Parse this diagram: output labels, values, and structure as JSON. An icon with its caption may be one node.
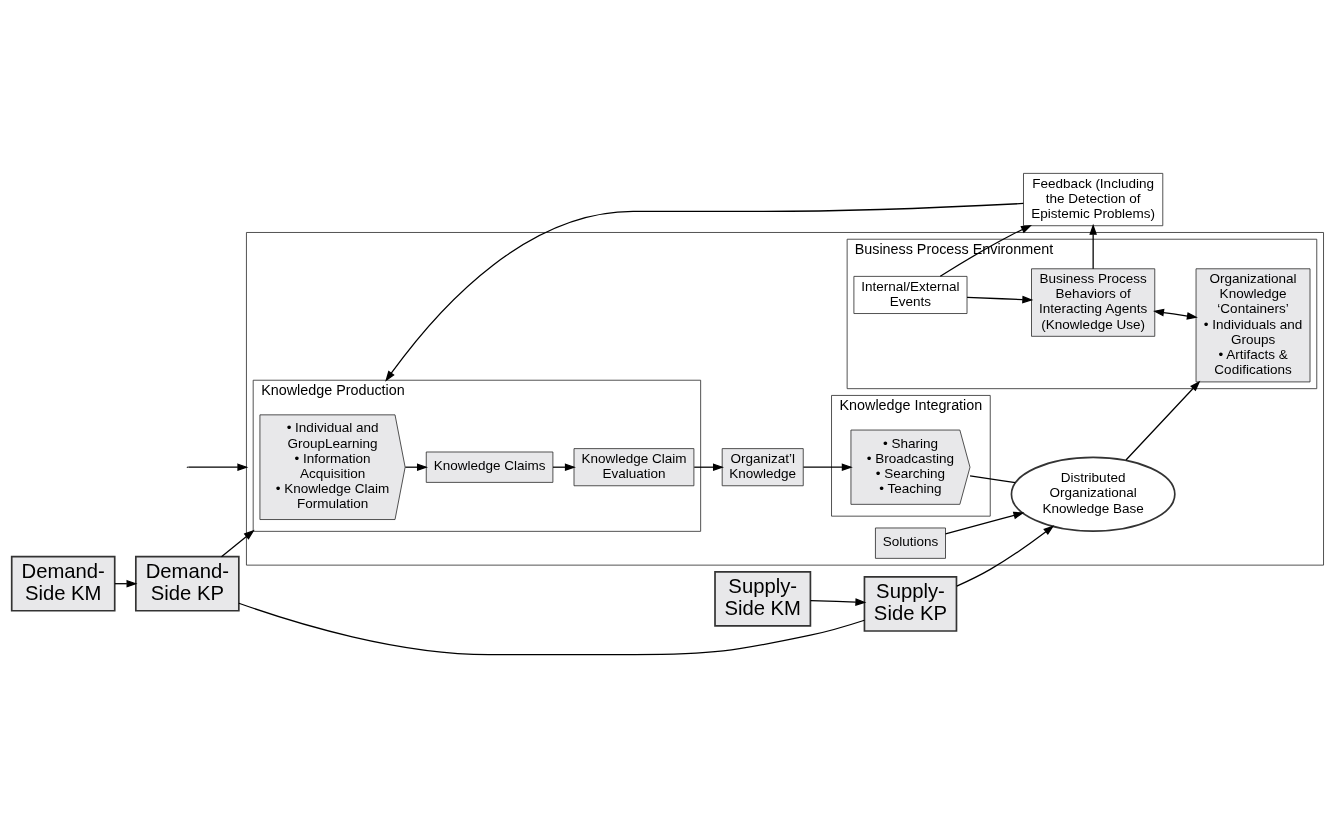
{
  "diagram": {
    "nodes": [
      {
        "text": [
          "Demand-Side KP"
        ]
      },
      {
        "text": [
          "Demand-Side KM"
        ]
      },
      {
        "text": [],
        "shape": "box"
      },
      {
        "text": [
          "Knowledge Production"
        ],
        "in": 2
      },
      {
        "text": [
          "• Individual and GroupLearning",
          "• Information Acquisition",
          "• Knowledge Claim Formulation"
        ],
        "in": 3
      },
      {
        "text": [
          "Knowledge Claims"
        ],
        "in": 3
      },
      {
        "text": [
          "Knowledge Claim Evaluation"
        ],
        "in": 3
      },
      {
        "text": [
          "Organizat’l Knowledge"
        ],
        "in": 2
      },
      {
        "text": [
          "Knowledge Integration"
        ],
        "in": 2
      },
      {
        "text": [
          "• Sharing",
          "• Broadcasting",
          "• Searching",
          "• Teaching"
        ],
        "in": 8
      },
      {
        "text": [
          "Feedback (Including the Detection of Epistemic Problems)"
        ]
      },
      {
        "text": [
          "Business Process Environment"
        ],
        "in": 2
      },
      {
        "text": [
          "Business Process Behaviors of Interacting Agents (Knowledge Use)"
        ],
        "in": 11
      },
      {
        "text": [
          "Organizational Knowledge ‘Containers’",
          "• Individuals and Groups",
          "• Artifacts & Codifications"
        ],
        "in": 11
      },
      {
        "text": [
          "Internal/External Events"
        ],
        "in": 11
      },
      {
        "text": [
          "Distributed Organizational Knowledge Base"
        ],
        "in": 2
      },
      {
        "text": [
          "Solutions"
        ],
        "in": 2
      },
      {
        "text": [
          "Supply-Side KM"
        ]
      },
      {
        "text": [
          "Supply-Side KP"
        ]
      }
    ],
    "edges": [
      {
        "from": 1,
        "to": 0,
        "arrow": "to"
      },
      {
        "from": 0,
        "to": 3,
        "arrow": "to"
      },
      {
        "from": 10,
        "to": 3,
        "arrow": "to"
      },
      {
        "from": 4,
        "to": 5,
        "arrow": "to"
      },
      {
        "from": 5,
        "to": 6,
        "arrow": "to"
      },
      {
        "from": 6,
        "to": 7,
        "arrow": "to"
      },
      {
        "from": 7,
        "to": 9,
        "arrow": "to"
      },
      {
        "from": 9,
        "to": 15,
        "arrow": "none"
      },
      {
        "from": 15,
        "to": 13,
        "arrow": "to"
      },
      {
        "from": 12,
        "to": 13,
        "arrow": "both"
      },
      {
        "from": 12,
        "to": 10,
        "arrow": "to"
      },
      {
        "from": 14,
        "to": 12,
        "arrow": "to"
      },
      {
        "from": 14,
        "to": 10,
        "arrow": "to"
      },
      {
        "from": 16,
        "to": 15,
        "arrow": "to"
      },
      {
        "from": 18,
        "to": 15,
        "arrow": "to"
      },
      {
        "from": null,
        "to": 2,
        "arrow": "to"
      },
      {
        "from": 17,
        "to": 18,
        "arrow": "to"
      },
      {
        "from": 0,
        "to": 18,
        "arrow": "none"
      }
    ]
  }
}
